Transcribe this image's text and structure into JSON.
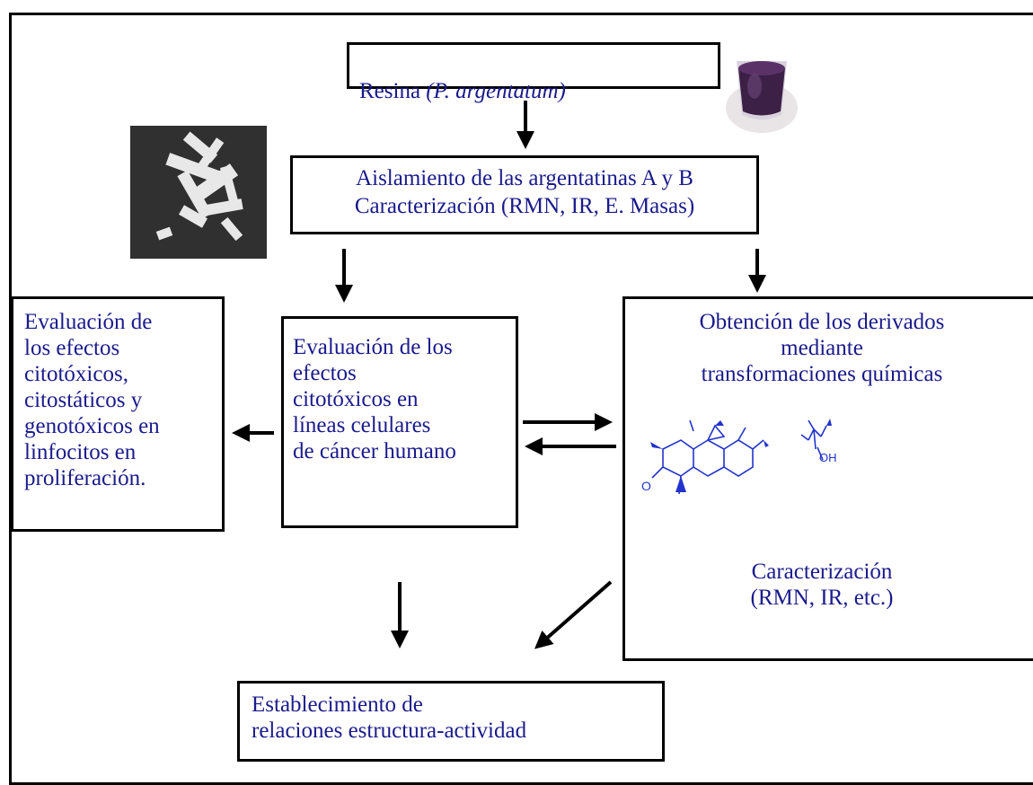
{
  "resina": {
    "label": "Resina",
    "species": "(P. argentatum)"
  },
  "aislamiento": {
    "line1": "Aislamiento de las argentatinas A y B",
    "line2": "Caracterización (RMN, IR, E. Masas)"
  },
  "linfocitos": {
    "text": "Evaluación de\nlos efectos\ncitotóxicos,\ncitostáticos y\ngenotóxicos en\nlinfocitos en\nproliferación."
  },
  "lineas": {
    "text": "Evaluación de los\nefectos\ncitotóxicos en\nlíneas celulares\nde cáncer humano"
  },
  "derivados": {
    "title": "Obtención de los derivados\nmediante\ntransformaciones químicas",
    "caracterizacion": "Caracterización\n(RMN, IR, etc.)",
    "structure_labels": {
      "oxygen": "O",
      "hydroxyl": "OH"
    }
  },
  "relaciones": {
    "text": "Establecimiento de\nrelaciones estructura-actividad"
  },
  "colors": {
    "text": "#1a1a8c",
    "border": "#000000",
    "structure": "#2233cc"
  }
}
